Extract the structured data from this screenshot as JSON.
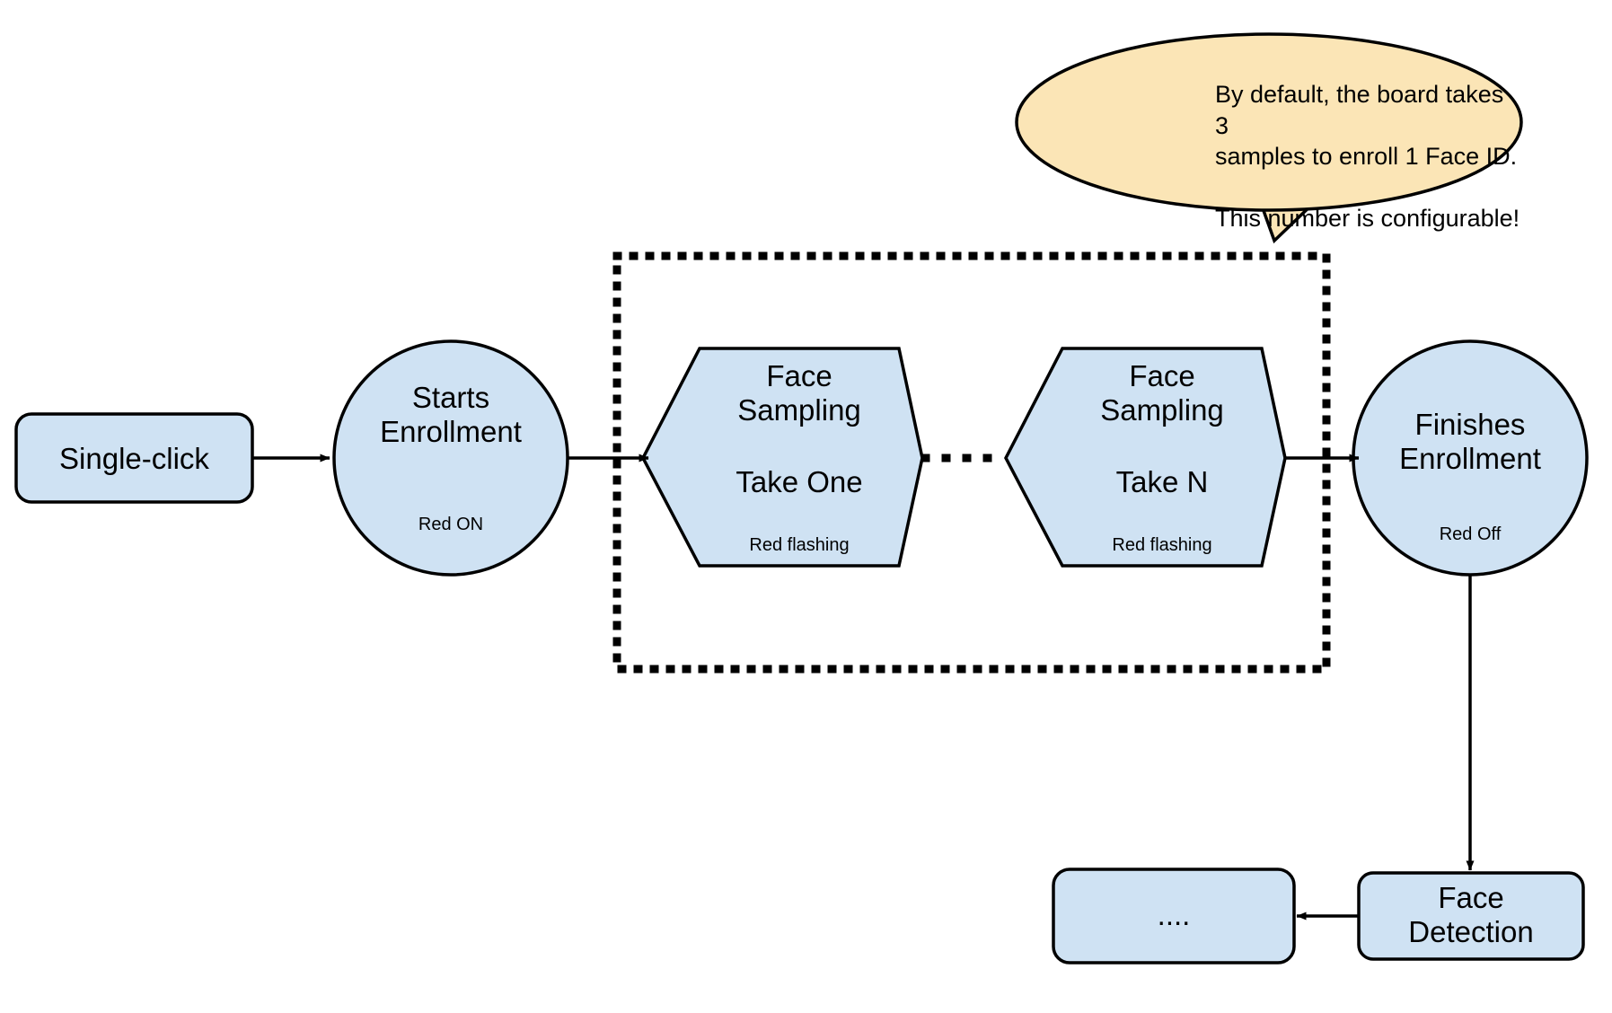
{
  "diagram": {
    "title": "Face Enrollment Flow",
    "colors": {
      "node_fill": "#cfe2f3",
      "node_stroke": "#000000",
      "callout_fill": "#fbe5b6",
      "callout_stroke": "#000000",
      "background": "#ffffff",
      "connector": "#000000"
    },
    "nodes": {
      "single_click": {
        "label": "Single-click",
        "shape": "rounded-rectangle"
      },
      "starts_enrollment": {
        "label": "Starts\nEnrollment",
        "status": "Red ON",
        "shape": "circle"
      },
      "face_sampling_one": {
        "title": "Face\nSampling",
        "take": "Take One",
        "status": "Red flashing",
        "shape": "hexagon"
      },
      "face_sampling_n": {
        "title": "Face\nSampling",
        "take": "Take N",
        "status": "Red flashing",
        "shape": "hexagon"
      },
      "finishes_enrollment": {
        "label": "Finishes\nEnrollment",
        "status": "Red Off",
        "shape": "circle"
      },
      "face_detection": {
        "label": "Face\nDetection",
        "shape": "rounded-rectangle"
      },
      "ellipsis_box": {
        "label": "....",
        "shape": "rounded-rectangle"
      }
    },
    "callout": {
      "text": "By default, the board takes 3\nsamples to enroll 1 Face ID.\n\nThis number is configurable!",
      "shape": "speech-ellipse"
    },
    "grouping": {
      "name": "sampling-loop-group",
      "border_style": "dotted"
    },
    "connectors": [
      {
        "from": "single_click",
        "to": "starts_enrollment",
        "style": "solid-arrow"
      },
      {
        "from": "starts_enrollment",
        "to": "face_sampling_one",
        "style": "solid-arrow"
      },
      {
        "from": "face_sampling_one",
        "to": "face_sampling_n",
        "style": "dotted"
      },
      {
        "from": "face_sampling_n",
        "to": "finishes_enrollment",
        "style": "solid-arrow"
      },
      {
        "from": "finishes_enrollment",
        "to": "face_detection",
        "style": "solid-arrow"
      },
      {
        "from": "face_detection",
        "to": "ellipsis_box",
        "style": "solid-arrow"
      }
    ]
  }
}
